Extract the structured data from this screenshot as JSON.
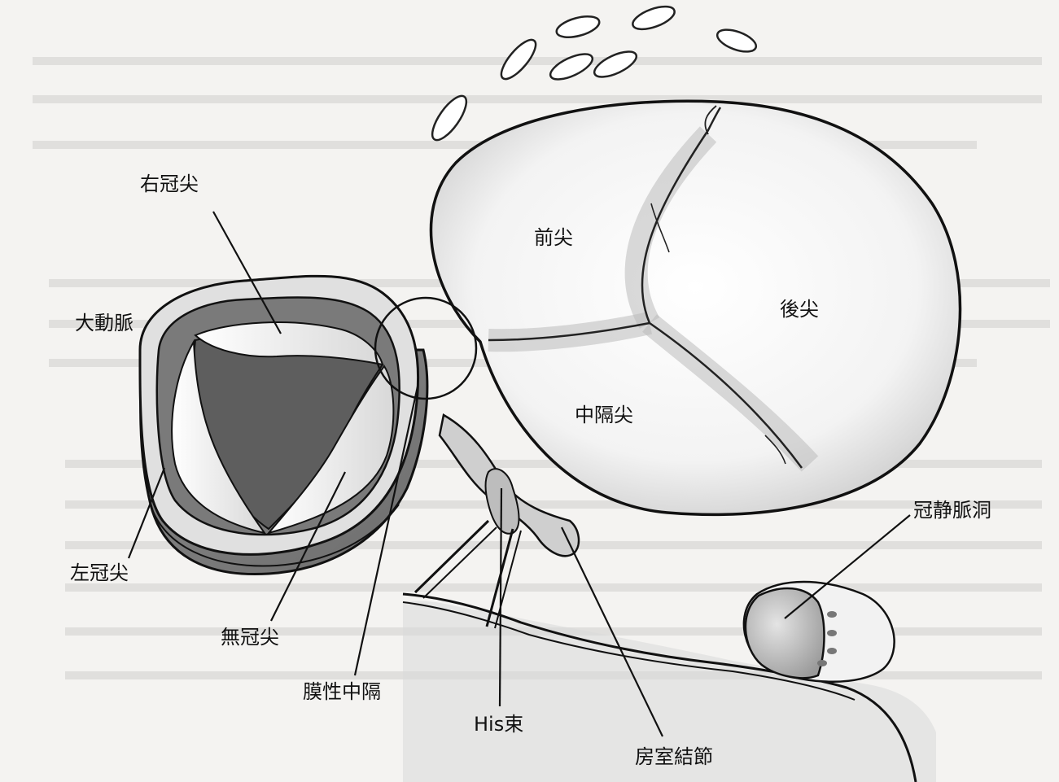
{
  "labels": {
    "right_coronary_cusp": "右冠尖",
    "aorta": "大動脈",
    "left_coronary_cusp": "左冠尖",
    "non_coronary_cusp": "無冠尖",
    "membranous_septum": "膜性中隔",
    "his_bundle": "His束",
    "av_node": "房室結節",
    "coronary_sinus": "冠静脈洞",
    "anterior_leaflet": "前尖",
    "posterior_leaflet": "後尖",
    "septal_leaflet": "中隔尖"
  }
}
